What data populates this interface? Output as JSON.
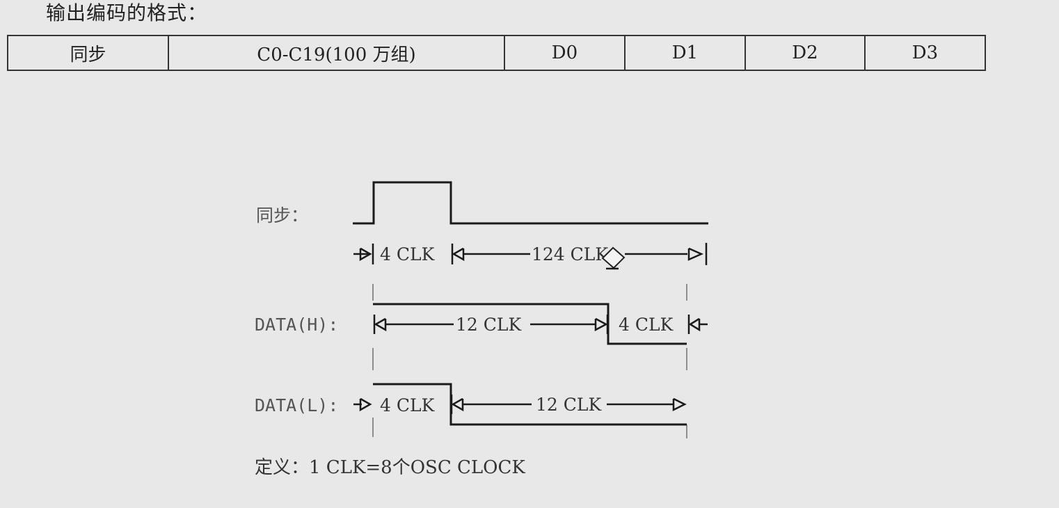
{
  "heading": "输出编码的格式：",
  "format_table": {
    "cells": [
      "同步",
      "C0-C19(100 万组)",
      "D0",
      "D1",
      "D2",
      "D3"
    ]
  },
  "timing_diagram": {
    "signals": {
      "sync": "同步：",
      "data_h": "DATA(H):",
      "data_l": "DATA(L):"
    },
    "sync_high": "4 CLK",
    "sync_low": "124 CLK",
    "data_h_high": "12 CLK",
    "data_h_low": "4 CLK",
    "data_l_high": "4 CLK",
    "data_l_low": "12 CLK",
    "definition": "定义：1 CLK=8个OSC CLOCK"
  },
  "icons": {
    "cursor": "eraser-cursor-icon"
  }
}
